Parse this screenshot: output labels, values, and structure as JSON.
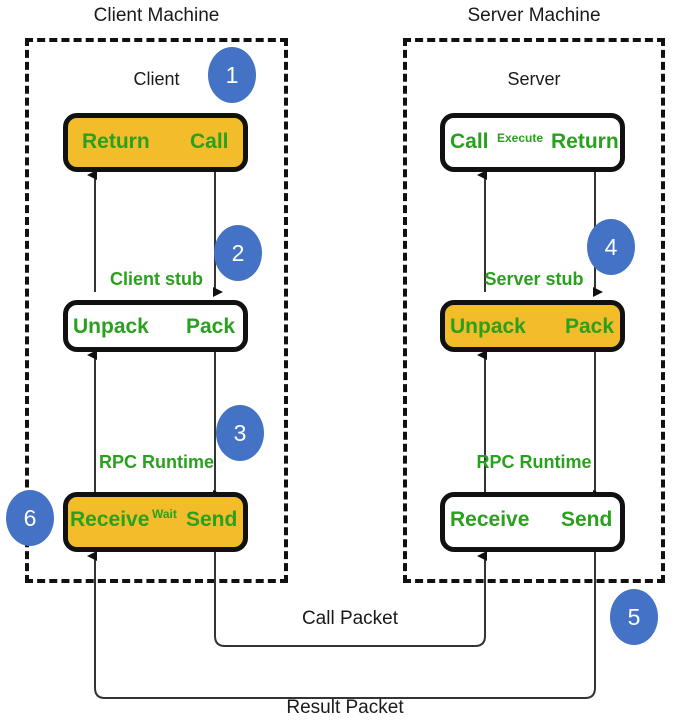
{
  "diagram": {
    "title_client_machine": "Client Machine",
    "title_server_machine": "Server Machine",
    "client": {
      "layer_app_title": "Client",
      "app_left_label": "Return",
      "app_right_label": "Call",
      "layer_stub_title": "Client stub",
      "stub_left_label": "Unpack",
      "stub_right_label": "Pack",
      "layer_runtime_title": "RPC Runtime",
      "runtime_left_label": "Receive",
      "runtime_mid_label": "Wait",
      "runtime_right_label": "Send"
    },
    "server": {
      "layer_app_title": "Server",
      "app_left_label": "Call",
      "app_mid_label": "Execute",
      "app_right_label": "Return",
      "layer_stub_title": "Server stub",
      "stub_left_label": "Unpack",
      "stub_right_label": "Pack",
      "layer_runtime_title": "RPC Runtime",
      "runtime_left_label": "Receive",
      "runtime_right_label": "Send"
    },
    "packets": {
      "call_packet_label": "Call Packet",
      "result_packet_label": "Result Packet"
    },
    "badges": [
      {
        "number": "1"
      },
      {
        "number": "2"
      },
      {
        "number": "3"
      },
      {
        "number": "4"
      },
      {
        "number": "5"
      },
      {
        "number": "6"
      }
    ],
    "colors": {
      "highlight_fill": "#f2bc2b",
      "label_green": "#2aa11e",
      "badge_blue": "#4472c4",
      "stroke_black": "#111111"
    }
  }
}
